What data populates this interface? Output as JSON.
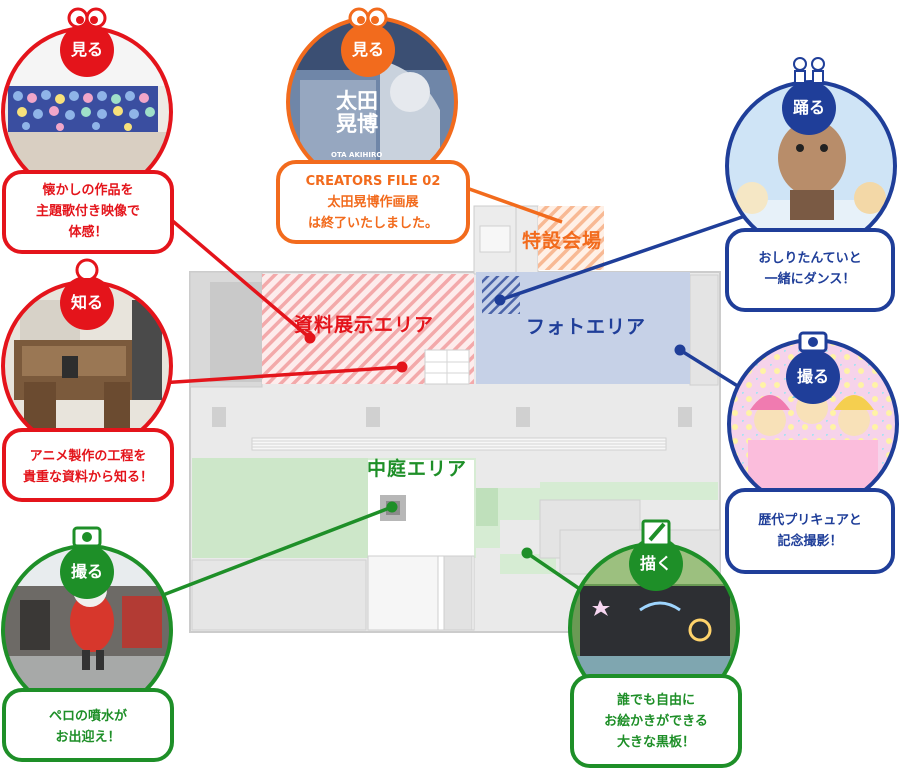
{
  "colors": {
    "red": "#e4141b",
    "orange": "#f26b1d",
    "blue": "#1f3e99",
    "green": "#1e8f28",
    "floor": "#e9e9e9",
    "floor_line": "#c8c8c8"
  },
  "areas": {
    "shiryo": "資料展示エリア",
    "photo": "フォトエリア",
    "tokusetsu": "特設会場",
    "nakaniwa": "中庭エリア"
  },
  "callouts": [
    {
      "id": "miru1",
      "badge": "見る",
      "icon": "eyes-icon",
      "text": "懐かしの作品を\n主題歌付き映像で\n体感！",
      "color": "red"
    },
    {
      "id": "shiru",
      "badge": "知る",
      "icon": "lightbulb-icon",
      "text": "アニメ製作の工程を\n貴重な資料から知る！",
      "color": "red"
    },
    {
      "id": "toru1",
      "badge": "撮る",
      "icon": "camera-icon",
      "text": "ペロの噴水が\nお出迎え！",
      "color": "green"
    },
    {
      "id": "miru2",
      "badge": "見る",
      "icon": "eyes-icon",
      "text": "CREATORS FILE 02\n太田晃博作画展\nは終了いたしました。",
      "color": "orange"
    },
    {
      "id": "odoru",
      "badge": "踊る",
      "icon": "dancing-people-icon",
      "text": "おしりたんていと\n一緒にダンス！",
      "color": "blue"
    },
    {
      "id": "toru2",
      "badge": "撮る",
      "icon": "camera-icon",
      "text": "歴代プリキュアと\n記念撮影！",
      "color": "blue"
    },
    {
      "id": "egaku",
      "badge": "描く",
      "icon": "pencil-icon",
      "text": "誰でも自由に\nお絵かきができる\n大きな黒板！",
      "color": "green"
    }
  ],
  "poster_text": {
    "title_line1": "太田",
    "title_line2": "晃博",
    "romaji": "OTA AKIHIRO"
  }
}
